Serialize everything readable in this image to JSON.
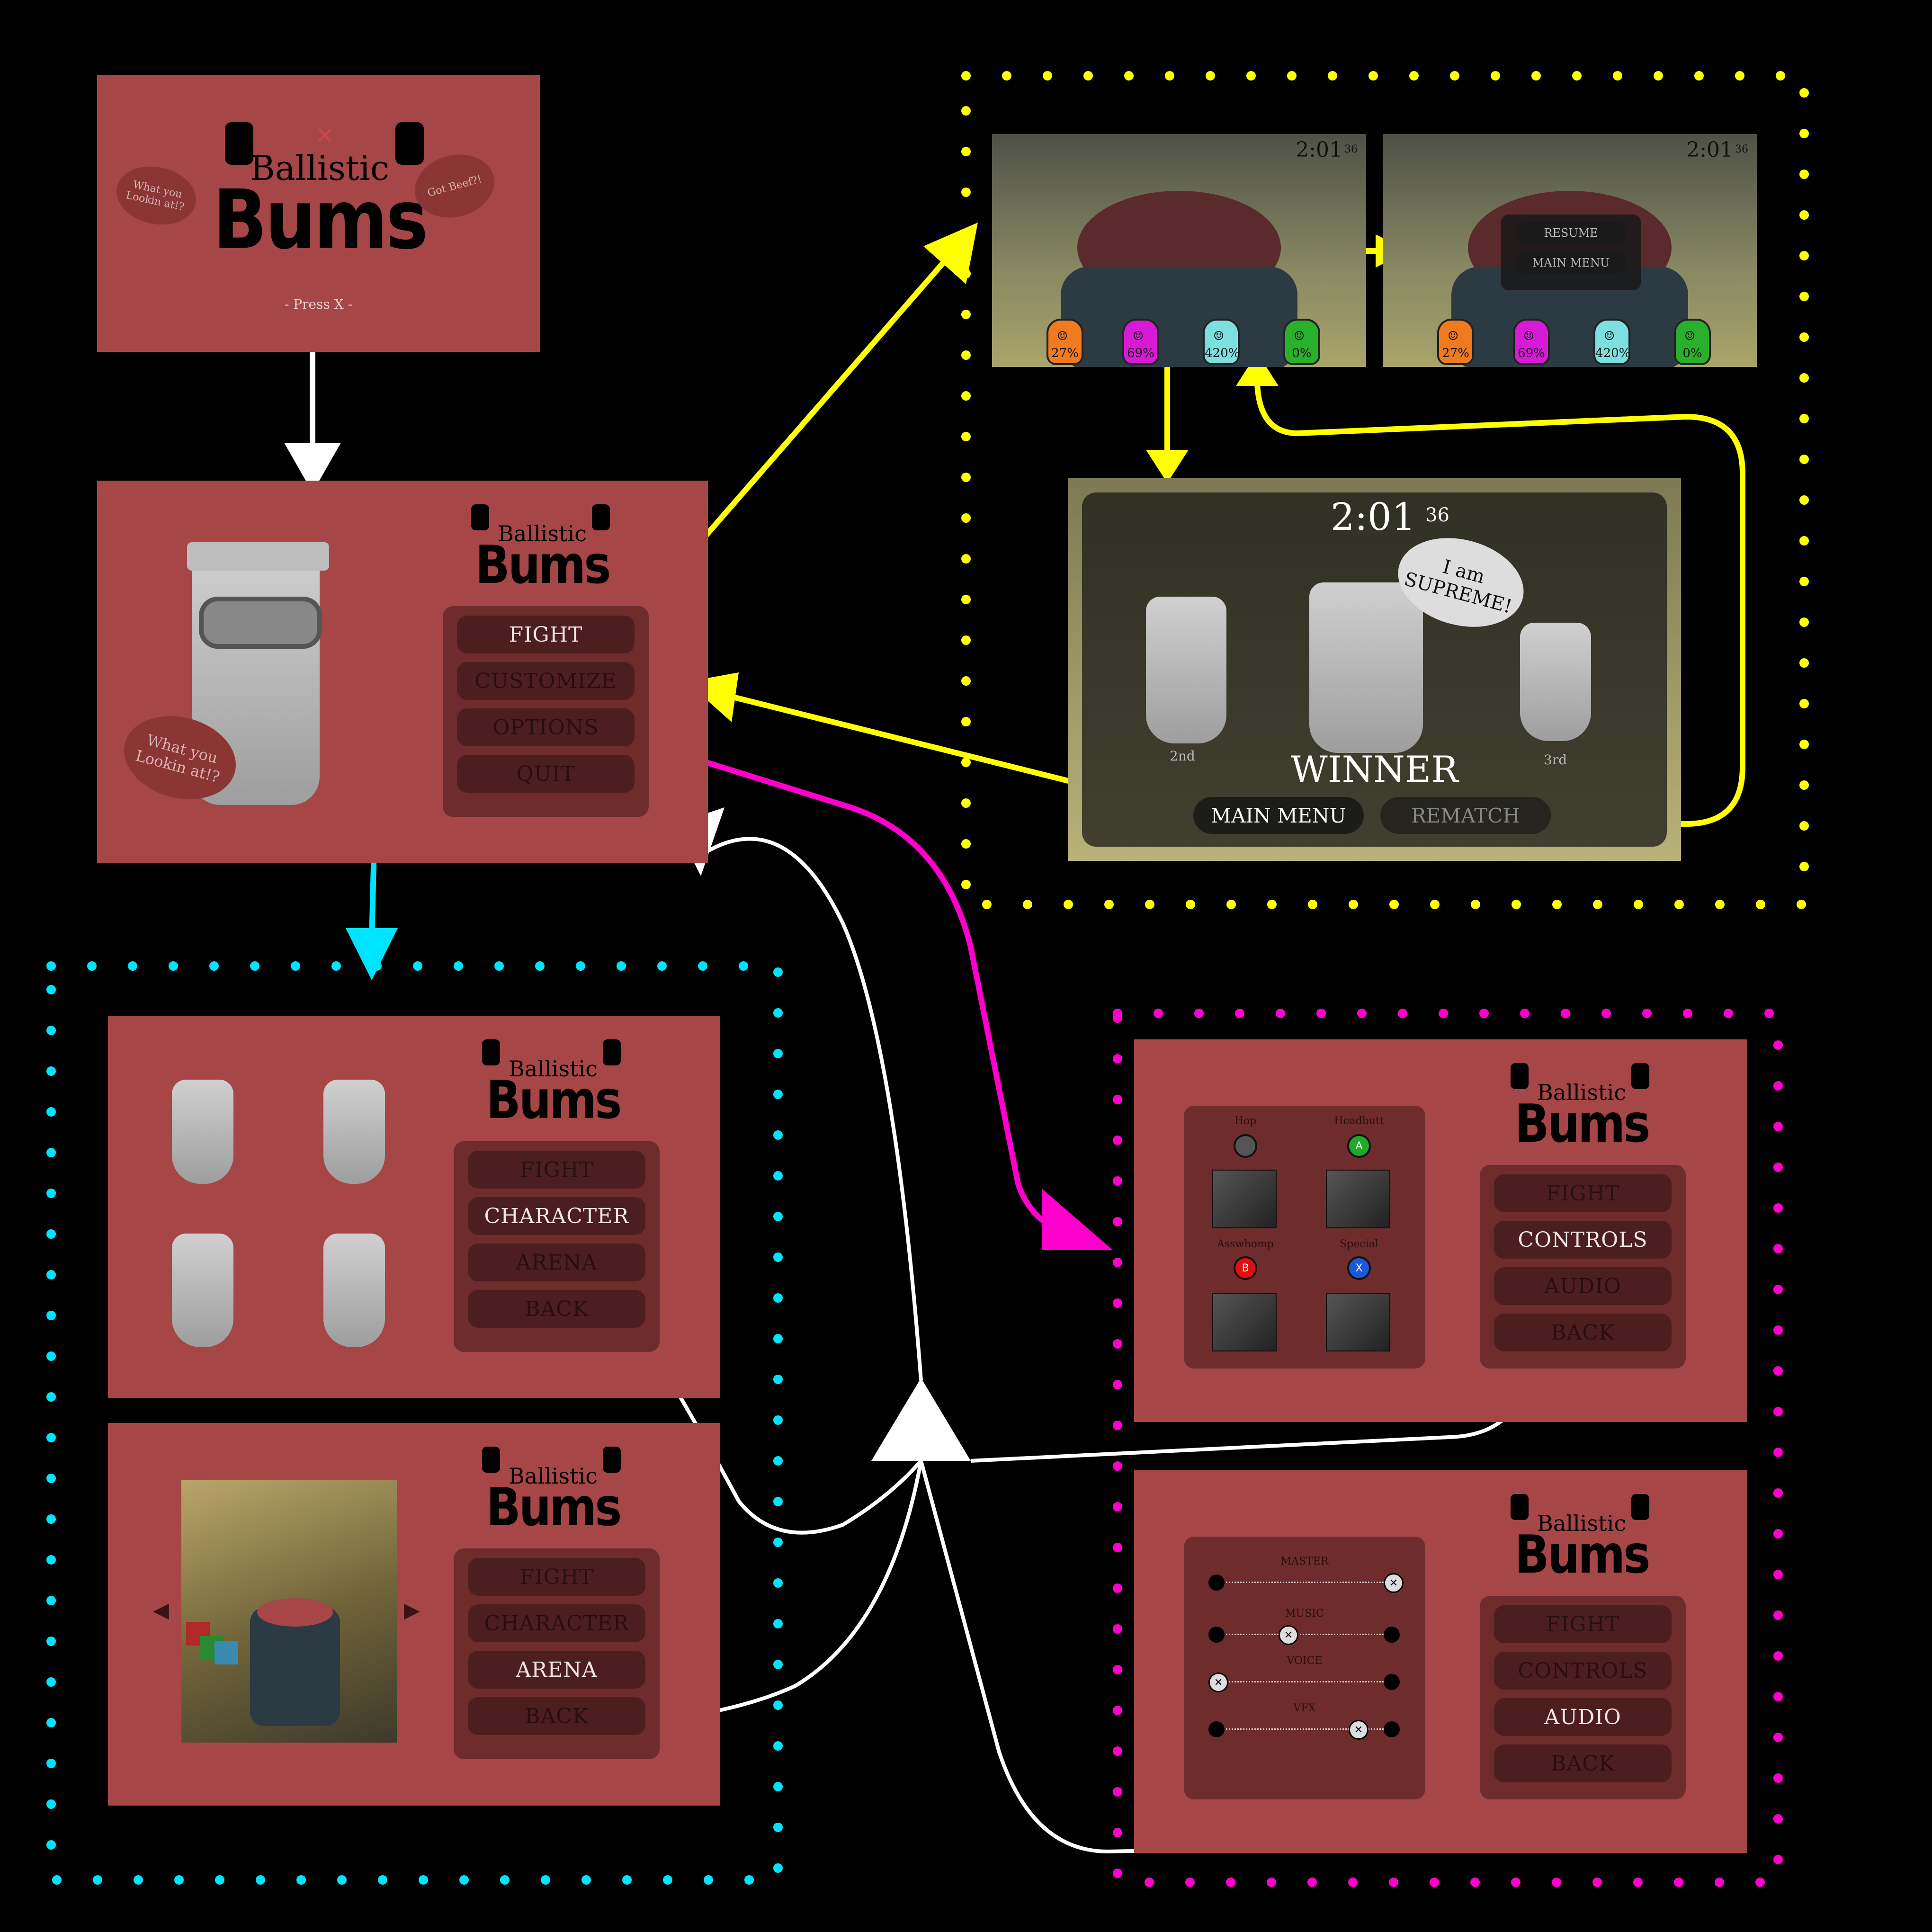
{
  "title_screen": {
    "logo_top": "Ballistic",
    "logo_bottom": "Bums",
    "bubble_left": "What you Lookin at!?",
    "bubble_right": "Got Beef?!",
    "prompt": "- Press X -"
  },
  "main_menu": {
    "logo_top": "Ballistic",
    "logo_bottom": "Bums",
    "bubble": "What you Lookin at!?",
    "buttons": [
      "FIGHT",
      "CUSTOMIZE",
      "OPTIONS",
      "QUIT"
    ]
  },
  "customize_character": {
    "logo_top": "Ballistic",
    "logo_bottom": "Bums",
    "buttons": [
      "FIGHT",
      "CHARACTER",
      "ARENA",
      "BACK"
    ]
  },
  "customize_arena": {
    "logo_top": "Ballistic",
    "logo_bottom": "Bums",
    "buttons": [
      "FIGHT",
      "CHARACTER",
      "ARENA",
      "BACK"
    ],
    "left_arrow": "◀",
    "right_arrow": "▶"
  },
  "options_controls": {
    "logo_top": "Ballistic",
    "logo_bottom": "Bums",
    "buttons": [
      "FIGHT",
      "CONTROLS",
      "AUDIO",
      "BACK"
    ],
    "controls": [
      {
        "label": "Hop",
        "key": "",
        "color": "#555555"
      },
      {
        "label": "Headbutt",
        "key": "A",
        "color": "#1faa2a"
      },
      {
        "label": "Asswhomp",
        "key": "B",
        "color": "#e01010"
      },
      {
        "label": "Special",
        "key": "X",
        "color": "#1a5ad8"
      }
    ]
  },
  "options_audio": {
    "logo_top": "Ballistic",
    "logo_bottom": "Bums",
    "buttons": [
      "FIGHT",
      "CONTROLS",
      "AUDIO",
      "BACK"
    ],
    "sliders": [
      {
        "label": "MASTER",
        "level": 1.0
      },
      {
        "label": "MUSIC",
        "level": 0.4
      },
      {
        "label": "VOICE",
        "level": 0.0
      },
      {
        "label": "VFX",
        "level": 0.8
      }
    ],
    "slider_knob": "✕"
  },
  "gameplay": {
    "timer_main": "2:01",
    "timer_small": "36",
    "players": [
      {
        "percent": "27%",
        "color": "#f07a1e"
      },
      {
        "percent": "69%",
        "color": "#d61ad6"
      },
      {
        "percent": "420%",
        "color": "#7de0e0"
      },
      {
        "percent": "0%",
        "color": "#2ab02a"
      }
    ]
  },
  "pause": {
    "timer_main": "2:01",
    "timer_small": "36",
    "resume": "RESUME",
    "main_menu": "MAIN MENU",
    "players": [
      {
        "percent": "27%",
        "color": "#f07a1e"
      },
      {
        "percent": "69%",
        "color": "#d61ad6"
      },
      {
        "percent": "420%",
        "color": "#7de0e0"
      },
      {
        "percent": "0%",
        "color": "#2ab02a"
      }
    ]
  },
  "results": {
    "timer_main": "2:01",
    "timer_small": "36",
    "bubble": "I am SUPREME!",
    "second": "2nd",
    "third": "3rd",
    "winner": "WINNER",
    "main_menu": "MAIN MENU",
    "rematch": "REMATCH"
  },
  "colors": {
    "panel": "#a64647",
    "gameplay_frame": "#ffff00",
    "customize_frame": "#00e5ff",
    "options_frame": "#ff00cc",
    "nav_arrow": "#ffffff"
  }
}
